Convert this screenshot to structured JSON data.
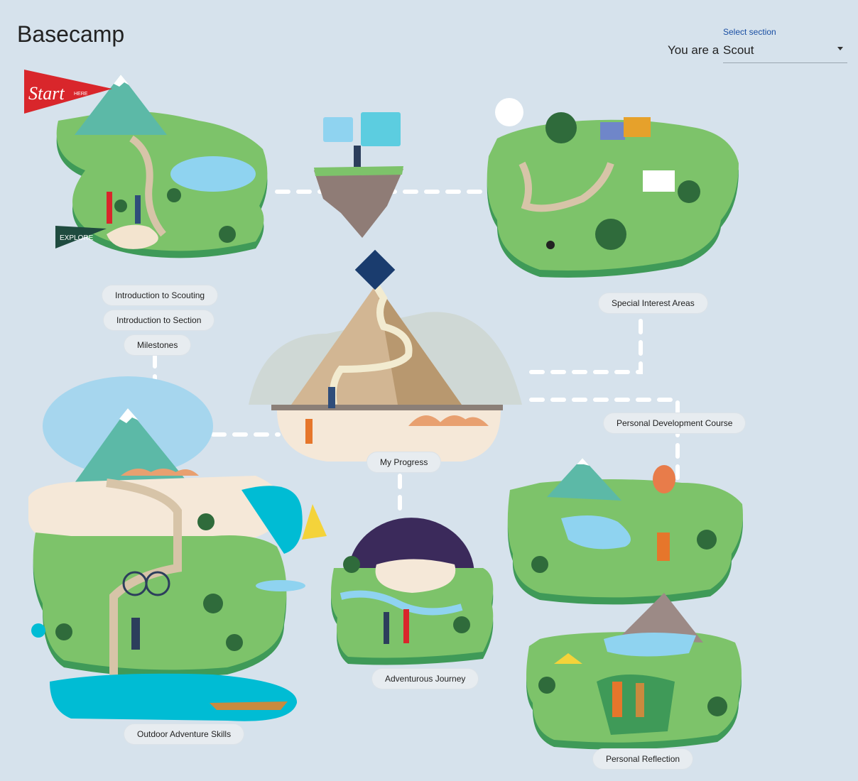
{
  "header": {
    "title": "Basecamp",
    "select_section_label": "Select section",
    "you_are_prefix": "You are a",
    "selected_section": "Scout"
  },
  "map": {
    "start_flag_text": "Start",
    "start_flag_subtext": "HERE",
    "explore_flag_text": "EXPLORE",
    "labels": {
      "intro_scouting": "Introduction to Scouting",
      "intro_section": "Introduction to Section",
      "milestones": "Milestones",
      "special_interest": "Special Interest Areas",
      "personal_development": "Personal Development Course",
      "my_progress": "My Progress",
      "outdoor_adventure": "Outdoor Adventure Skills",
      "adventurous_journey": "Adventurous Journey",
      "personal_reflection": "Personal Reflection"
    }
  },
  "colors": {
    "background": "#d6e2ec",
    "grass": "#7dc36a",
    "grass_dark": "#3f9a58",
    "water": "#8fd3f0",
    "flag_red": "#d9262b",
    "flag_dark": "#1f4b3f"
  }
}
